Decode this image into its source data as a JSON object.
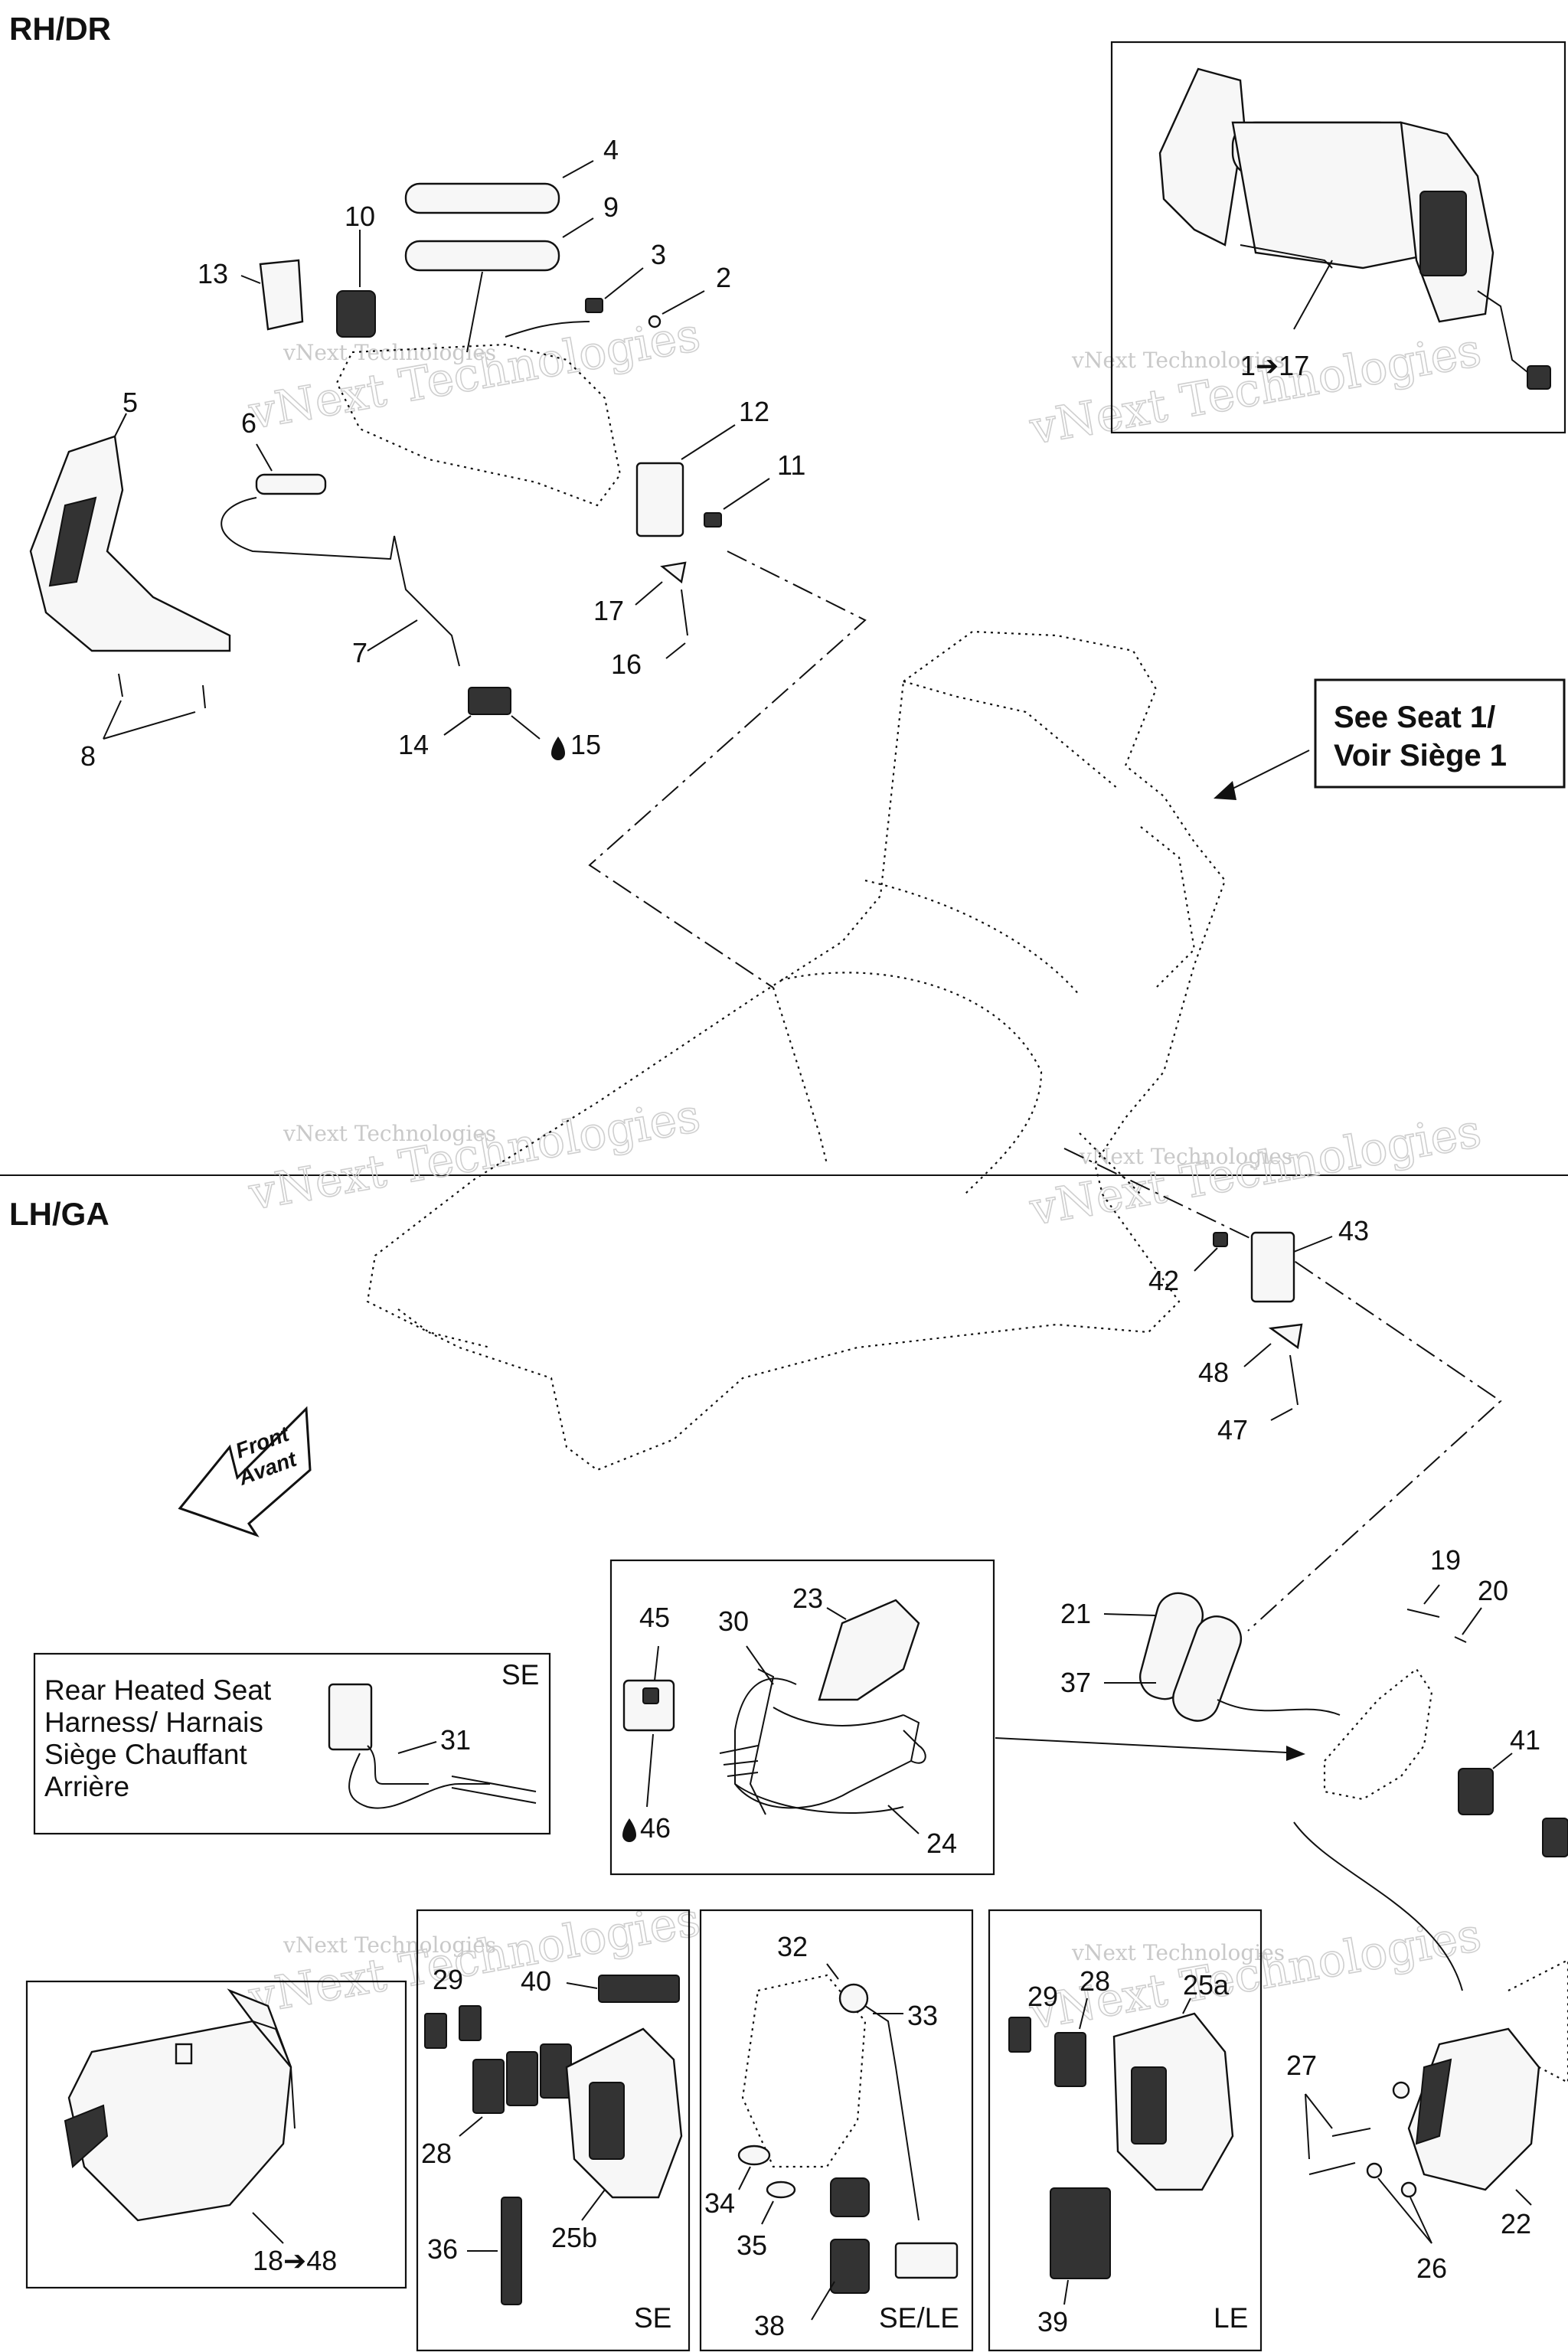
{
  "sections": {
    "rh": "RH/DR",
    "lh": "LH/GA"
  },
  "watermark": "vNext Technologies",
  "watermark_big": "vNext Technologies",
  "see_seat": {
    "line1": "See Seat 1/",
    "line2": "Voir Siège 1"
  },
  "front_arrow": {
    "line1": "Front",
    "line2": "Avant"
  },
  "rear_heated_seat": {
    "line1": "Rear Heated Seat",
    "line2": "Harness/ Harnais",
    "line3": "Siège Chauffant",
    "line4": "Arrière",
    "tag": "SE"
  },
  "panel_tags": {
    "se": "SE",
    "sele": "SE/LE",
    "le": "LE"
  },
  "callouts": {
    "c1_17": "1➔17",
    "c2": "2",
    "c3": "3",
    "c4": "4",
    "c5": "5",
    "c6": "6",
    "c7": "7",
    "c8": "8",
    "c9": "9",
    "c10": "10",
    "c11": "11",
    "c12": "12",
    "c13": "13",
    "c14": "14",
    "c15": "15",
    "c16": "16",
    "c17": "17",
    "c18_48": "18➔48",
    "c19": "19",
    "c20": "20",
    "c21": "21",
    "c22": "22",
    "c23": "23",
    "c24": "24",
    "c25a": "25a",
    "c25b": "25b",
    "c26": "26",
    "c27": "27",
    "c28a": "28",
    "c28b": "28",
    "c29a": "29",
    "c29b": "29",
    "c30": "30",
    "c31": "31",
    "c32": "32",
    "c33": "33",
    "c34": "34",
    "c35": "35",
    "c36": "36",
    "c37": "37",
    "c38": "38",
    "c39": "39",
    "c40": "40",
    "c41": "41",
    "c42": "42",
    "c43": "43",
    "c45": "45",
    "c46": "46",
    "c47": "47",
    "c48": "48"
  },
  "icons": {
    "liquid_drop": "liquid-drop-icon",
    "arrow": "front-arrow-icon"
  }
}
